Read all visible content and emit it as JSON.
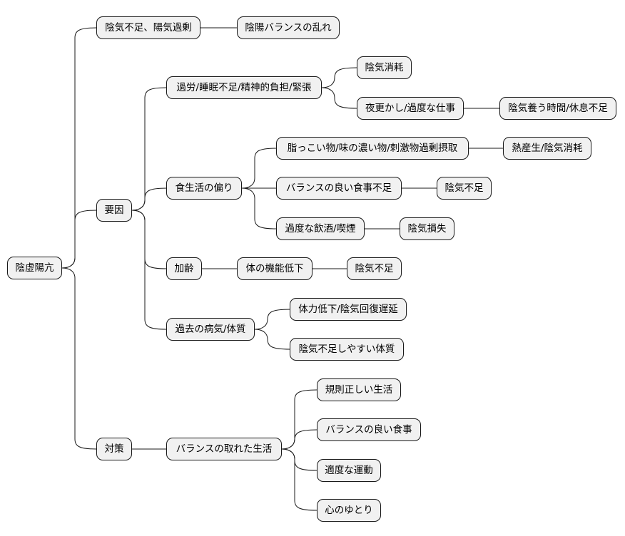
{
  "mindmap": {
    "root": "陰虚陽亢",
    "branch_imbalance": {
      "label": "陰気不足、陽気過剰",
      "child": "陰陽バランスの乱れ"
    },
    "branch_causes": {
      "label": "要因",
      "overwork": {
        "label": "過労/睡眠不足/精神的負担/緊張",
        "yin_consumption": "陰気消耗",
        "late_nights": "夜更かし/過度な仕事",
        "rest_shortage": "陰気養う時間/休息不足"
      },
      "diet": {
        "label": "食生活の偏り",
        "rich_food": "脂っこい物/味の濃い物/刺激物過剰摂取",
        "heat": "熱産生/陰気消耗",
        "unbalanced_meal": "バランスの良い食事不足",
        "yin_deficiency": "陰気不足",
        "drinking_smoking": "過度な飲酒/喫煙",
        "yin_loss": "陰気損失"
      },
      "aging": {
        "label": "加齢",
        "decline": "体の機能低下",
        "yin_deficiency": "陰気不足"
      },
      "illness": {
        "label": "過去の病気/体質",
        "stamina": "体力低下/陰気回復遅延",
        "constitution": "陰気不足しやすい体質"
      }
    },
    "branch_measures": {
      "label": "対策",
      "balanced_life": {
        "label": "バランスの取れた生活",
        "regular_life": "規則正しい生活",
        "balanced_meal": "バランスの良い食事",
        "exercise": "適度な運動",
        "relaxation": "心のゆとり"
      }
    }
  }
}
